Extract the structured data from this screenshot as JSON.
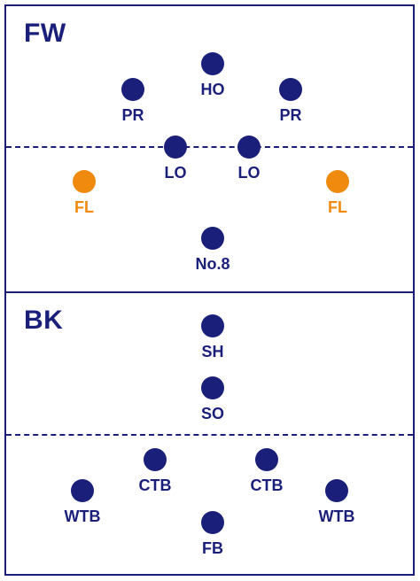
{
  "colors": {
    "primary": "#1a1f7a",
    "accent": "#f08a0f",
    "background": "#ffffff"
  },
  "forwards": {
    "title": "FW",
    "players": [
      {
        "label": "HO"
      },
      {
        "label": "PR"
      },
      {
        "label": "PR"
      },
      {
        "label": "LO"
      },
      {
        "label": "LO"
      },
      {
        "label": "FL",
        "highlight": true
      },
      {
        "label": "FL",
        "highlight": true
      },
      {
        "label": "No.8"
      }
    ]
  },
  "backs": {
    "title": "BK",
    "players": [
      {
        "label": "SH"
      },
      {
        "label": "SO"
      },
      {
        "label": "CTB"
      },
      {
        "label": "CTB"
      },
      {
        "label": "WTB"
      },
      {
        "label": "WTB"
      },
      {
        "label": "FB"
      }
    ]
  }
}
